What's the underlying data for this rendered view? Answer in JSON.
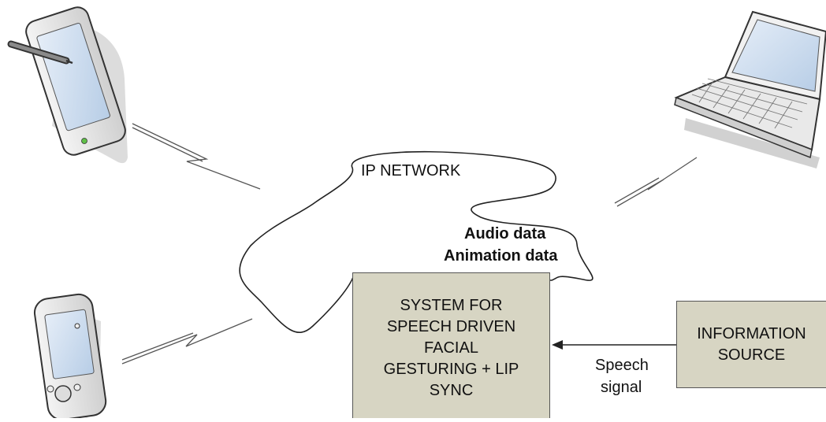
{
  "network": {
    "label": "IP NETWORK"
  },
  "data_labels": {
    "audio": "Audio data",
    "animation": "Animation data"
  },
  "system_box": {
    "lines": [
      "SYSTEM FOR",
      "SPEECH DRIVEN",
      "FACIAL",
      "GESTURING + LIP",
      "SYNC"
    ]
  },
  "info_box": {
    "lines": [
      "INFORMATION",
      "SOURCE"
    ]
  },
  "speech": {
    "line1": "Speech",
    "line2": "signal"
  },
  "icons": [
    "tablet-with-stylus-icon",
    "laptop-icon",
    "pda-icon",
    "wireless-link-icon"
  ],
  "colors": {
    "box_fill": "#d7d5c3",
    "stroke": "#222222",
    "device_screen": "#c9dcf0"
  }
}
